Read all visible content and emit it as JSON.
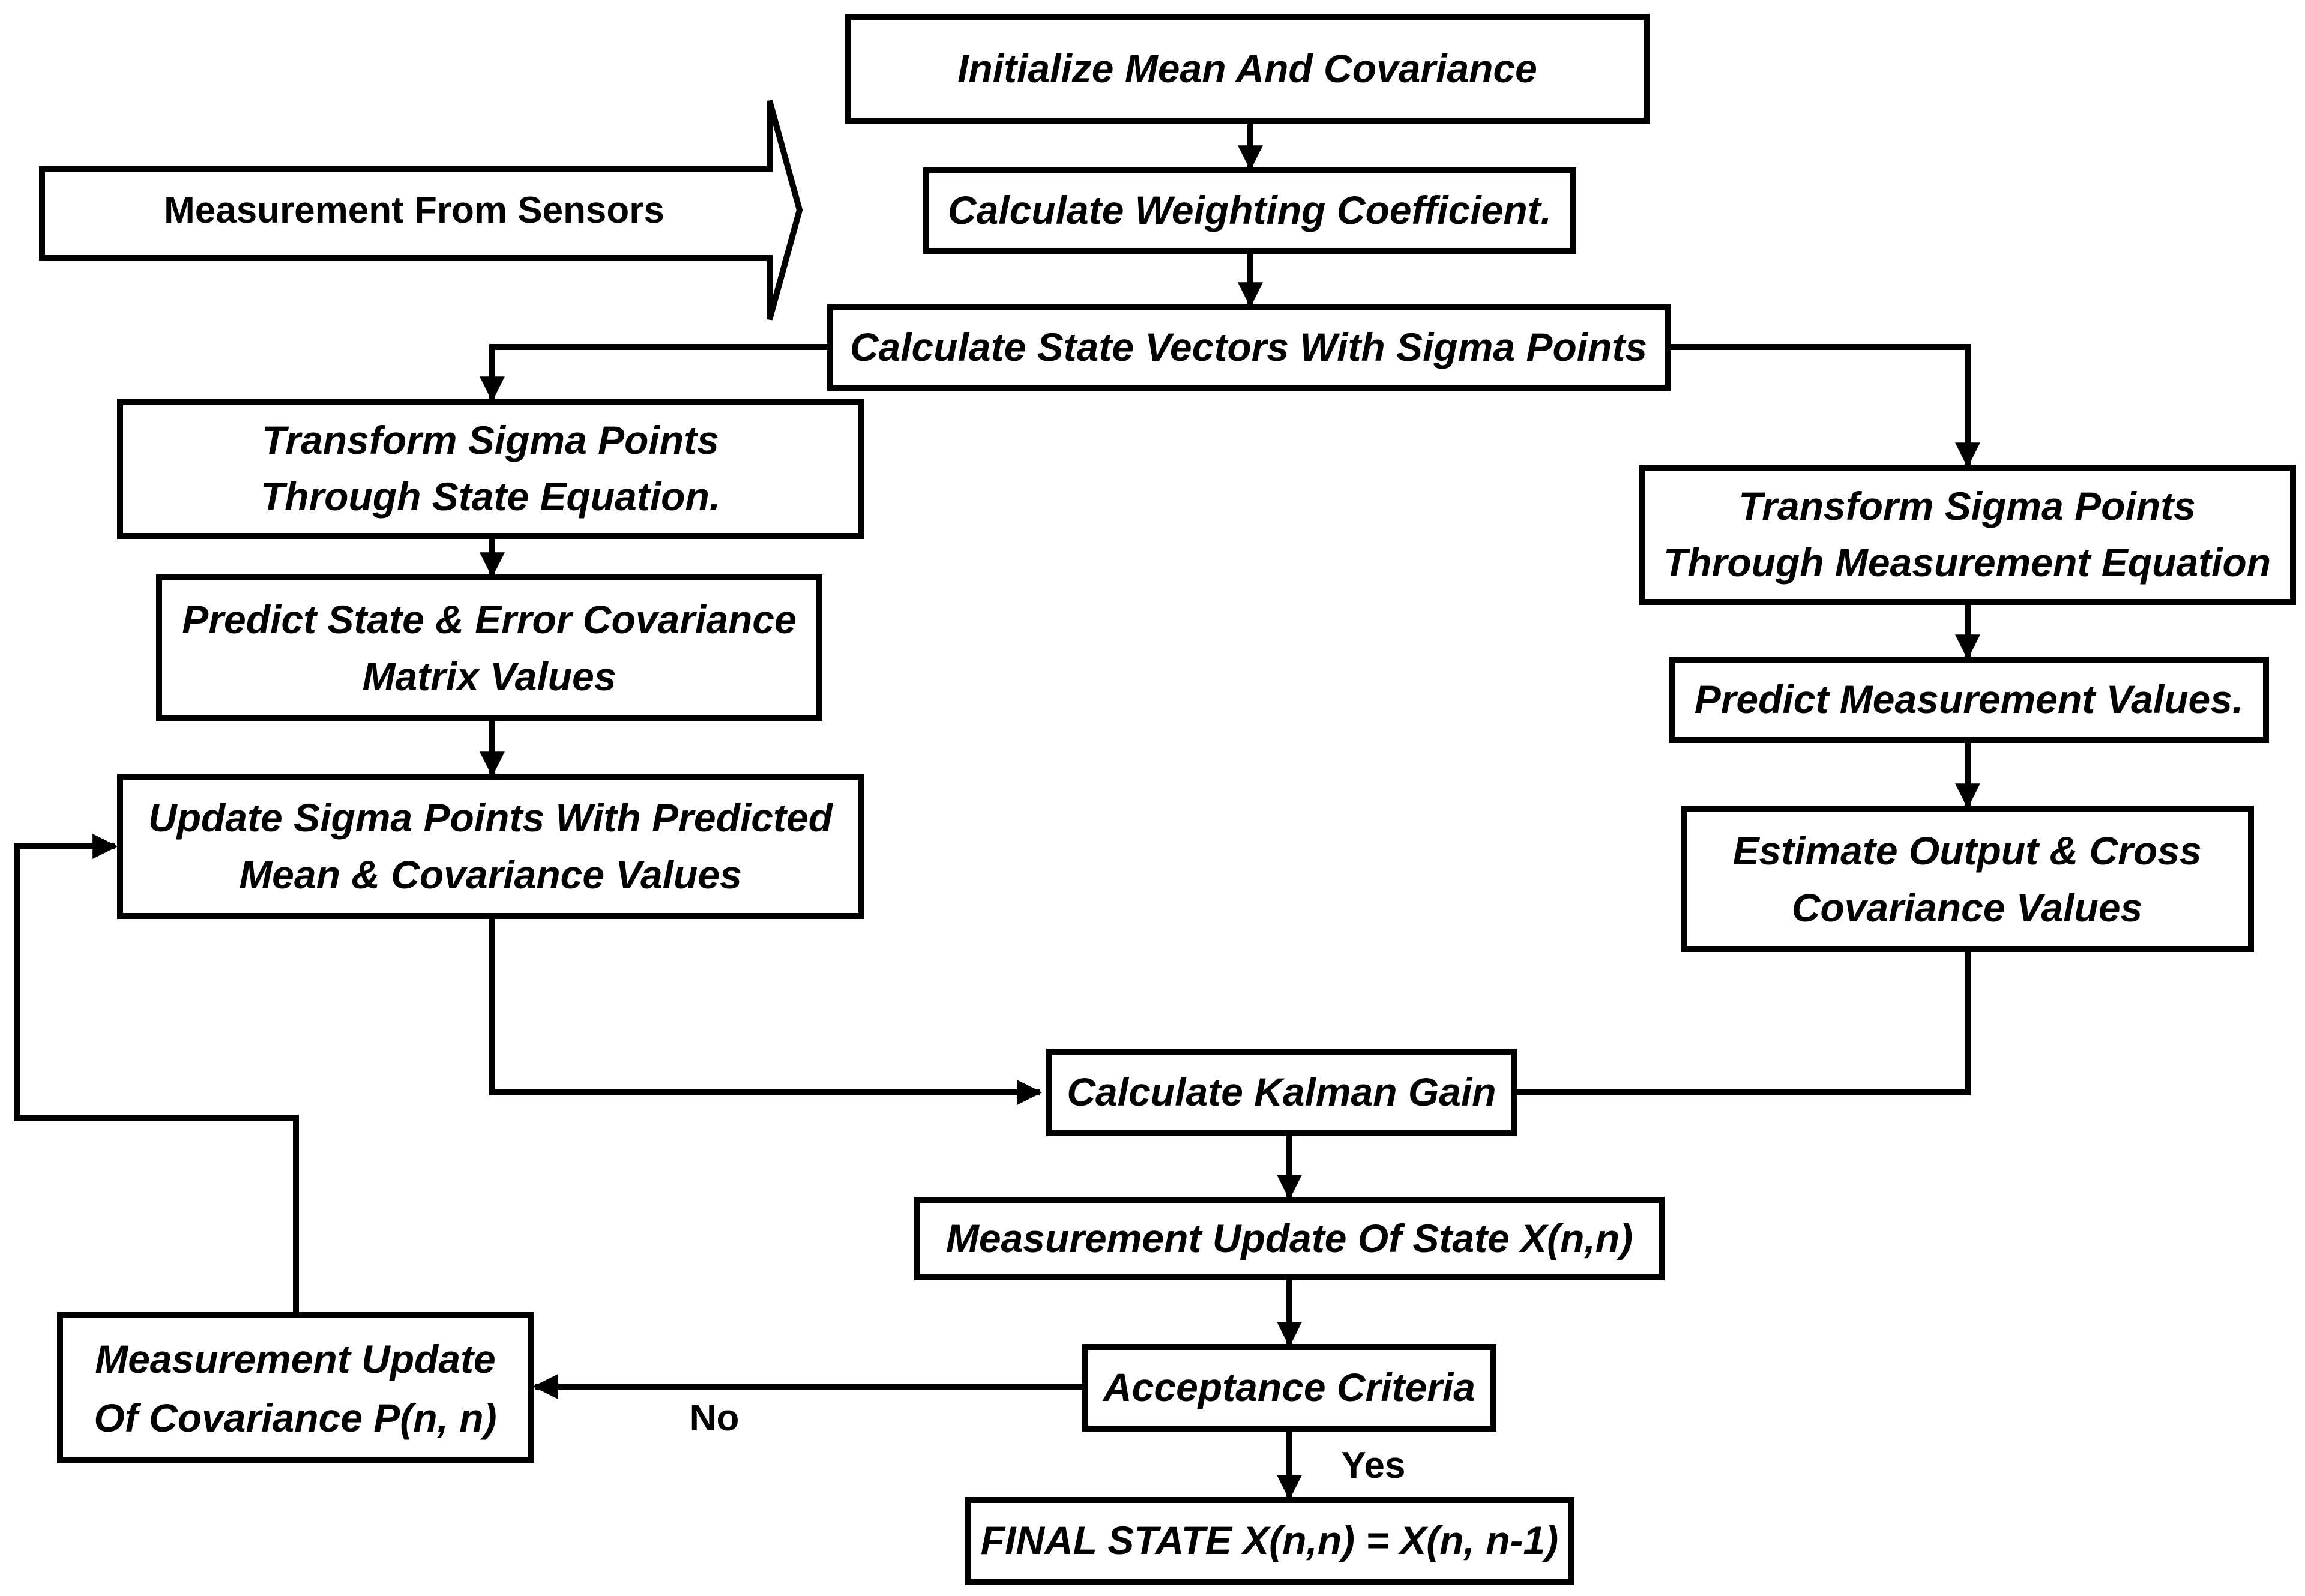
{
  "input": {
    "label": "Measurement From Sensors"
  },
  "nodes": {
    "init": "Initialize Mean And Covariance",
    "weighting": "Calculate Weighting Coefficient.",
    "state_vectors": "Calculate State Vectors With Sigma Points",
    "transform_state_1": "Transform Sigma Points",
    "transform_state_2": "Through State Equation.",
    "predict_state_1": "Predict State & Error Covariance",
    "predict_state_2": "Matrix Values",
    "update_sigma_1": "Update Sigma Points With Predicted",
    "update_sigma_2": "Mean & Covariance Values",
    "transform_meas_1": "Transform Sigma Points",
    "transform_meas_2": "Through Measurement Equation",
    "predict_meas": "Predict Measurement Values.",
    "estimate_out_1": "Estimate Output & Cross",
    "estimate_out_2": "Covariance Values",
    "kalman_gain": "Calculate Kalman Gain",
    "meas_update_state": "Measurement Update Of State X(n,n)",
    "acceptance": "Acceptance Criteria",
    "meas_update_cov_1": "Measurement Update",
    "meas_update_cov_2": "Of Covariance P(n, n)",
    "final_state": "FINAL STATE X(n,n) = X(n, n-1)"
  },
  "edge_labels": {
    "no": "No",
    "yes": "Yes"
  }
}
